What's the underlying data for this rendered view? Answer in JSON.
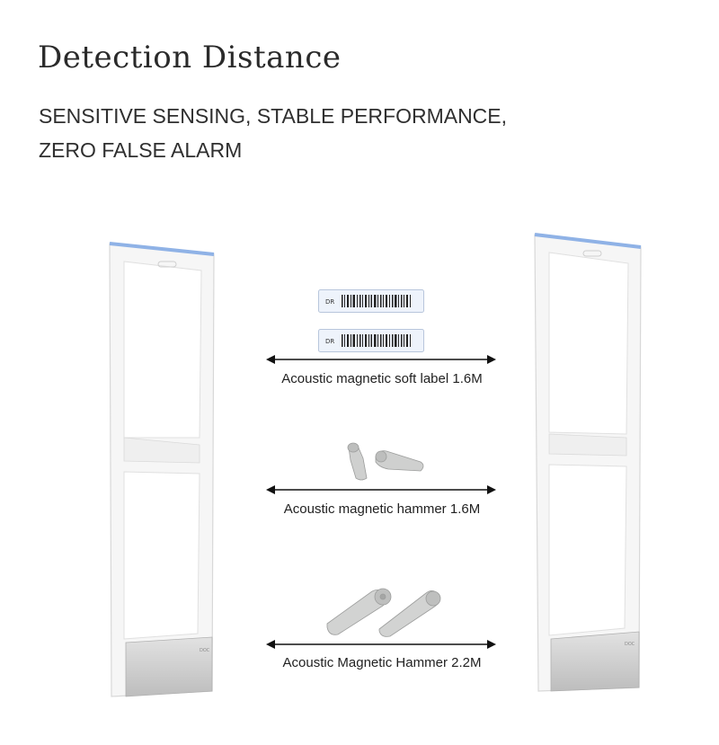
{
  "heading": {
    "title": "Detection Distance",
    "subtitle": "SENSITIVE SENSING, STABLE PERFORMANCE, ZERO FALSE ALARM"
  },
  "items": [
    {
      "label": "Acoustic magnetic soft label 1.6M",
      "tag_text": "DR"
    },
    {
      "label": "Acoustic magnetic hammer 1.6M"
    },
    {
      "label": "Acoustic Magnetic Hammer 2.2M"
    }
  ],
  "colors": {
    "accent_top": "#8fb2e6",
    "gate_frame": "#f4f4f4",
    "base": "#c9c9c9"
  }
}
